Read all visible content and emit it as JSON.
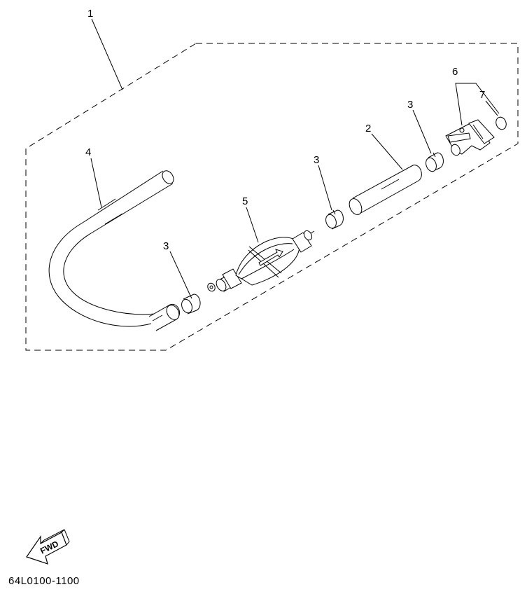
{
  "callouts": {
    "c1": "1",
    "c2": "2",
    "c3a": "3",
    "c3b": "3",
    "c3c": "3",
    "c4": "4",
    "c5": "5",
    "c6": "6",
    "c7": "7"
  },
  "fwd_label": "FWD",
  "diagram_code": "64L0100-1100"
}
